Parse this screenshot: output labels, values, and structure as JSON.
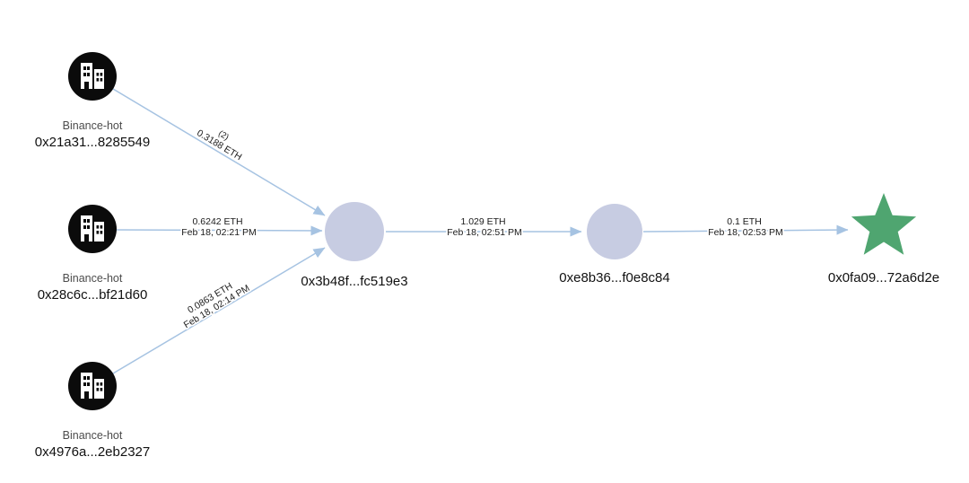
{
  "graph": {
    "colors": {
      "background": "#ffffff",
      "edge": "#a6c3e2",
      "exchange_node": "#0b0b0b",
      "address_node": "#c7cce2",
      "target_star": "#4fa570",
      "node_name_text": "#4c4c4c",
      "node_address_text": "#111111",
      "edge_label_text": "#1a1a1a"
    },
    "nodes": {
      "exchange1": {
        "name": "Binance-hot",
        "address": "0x21a31...8285549",
        "type": "exchange"
      },
      "exchange2": {
        "name": "Binance-hot",
        "address": "0x28c6c...bf21d60",
        "type": "exchange"
      },
      "exchange3": {
        "name": "Binance-hot",
        "address": "0x4976a...2eb2327",
        "type": "exchange"
      },
      "hub": {
        "address": "0x3b48f...fc519e3",
        "type": "address"
      },
      "intermediate": {
        "address": "0xe8b36...f0e8c84",
        "type": "address"
      },
      "target": {
        "address": "0x0fa09...72a6d2e",
        "type": "target-star"
      }
    },
    "edges": {
      "exchange1_to_hub": {
        "count": "(2)",
        "amount": "0.3188 ETH"
      },
      "exchange2_to_hub": {
        "amount": "0.6242 ETH",
        "time": "Feb 18, 02:21 PM"
      },
      "exchange3_to_hub": {
        "amount": "0.0863 ETH",
        "time": "Feb 18, 02:14 PM"
      },
      "hub_to_intermediate": {
        "amount": "1.029 ETH",
        "time": "Feb 18, 02:51 PM"
      },
      "intermediate_to_target": {
        "amount": "0.1 ETH",
        "time": "Feb 18, 02:53 PM"
      }
    }
  }
}
